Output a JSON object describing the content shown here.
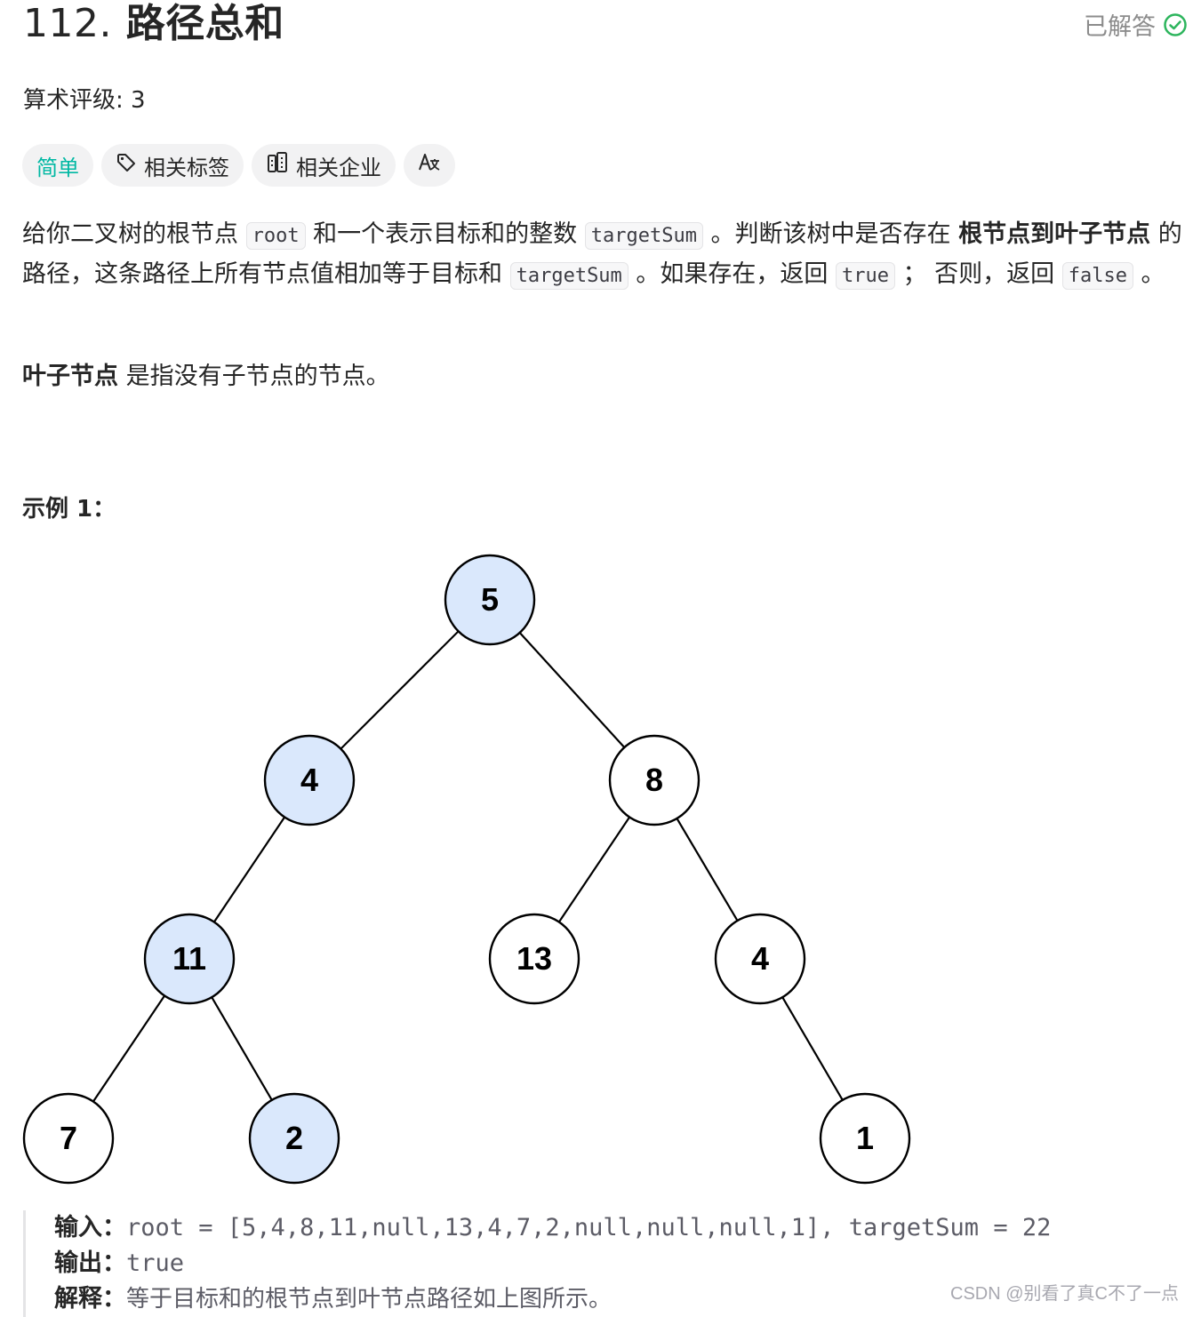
{
  "problem": {
    "number": "112.",
    "title": "路径总和",
    "status": "已解答",
    "status_icon": "check-circle-icon",
    "status_color": "#2db55d",
    "rating": "算术评级: 3"
  },
  "tags": {
    "difficulty": "简单",
    "difficulty_color": "#00b8a3",
    "related_tags": "相关标签",
    "related_companies": "相关企业",
    "translate_icon": "translate-icon"
  },
  "description": {
    "p1_a": "给你二叉树的根节点 ",
    "p1_code1": "root",
    "p1_b": " 和一个表示目标和的整数 ",
    "p1_code2": "targetSum",
    "p1_c": " 。判断该树中是否存在 ",
    "p1_bold": "根节点到叶子节点",
    "p1_d": " 的路径，这条路径上所有节点值相加等于目标和 ",
    "p1_code3": "targetSum",
    "p1_e": " 。如果存在，返回 ",
    "p1_code4": "true",
    "p1_f": " ； 否则，返回 ",
    "p1_code5": "false",
    "p1_g": " 。",
    "p2_bold": "叶子节点",
    "p2_rest": " 是指没有子节点的节点。"
  },
  "example": {
    "title": "示例 1：",
    "tree_nodes": [
      {
        "id": "n5",
        "label": "5",
        "highlight": true
      },
      {
        "id": "n4",
        "label": "4",
        "highlight": true
      },
      {
        "id": "n8",
        "label": "8",
        "highlight": false
      },
      {
        "id": "n11",
        "label": "11",
        "highlight": true
      },
      {
        "id": "n13",
        "label": "13",
        "highlight": false
      },
      {
        "id": "n4b",
        "label": "4",
        "highlight": false
      },
      {
        "id": "n7",
        "label": "7",
        "highlight": false
      },
      {
        "id": "n2",
        "label": "2",
        "highlight": true
      },
      {
        "id": "n1",
        "label": "1",
        "highlight": false
      }
    ],
    "highlight_color": "#dae8fc",
    "input_label": "输入：",
    "input_value": "root = [5,4,8,11,null,13,4,7,2,null,null,null,1], targetSum = 22",
    "output_label": "输出：",
    "output_value": "true",
    "explain_label": "解释：",
    "explain_value": "等于目标和的根节点到叶节点路径如上图所示。"
  },
  "watermark": "CSDN @别看了真C不了一点"
}
